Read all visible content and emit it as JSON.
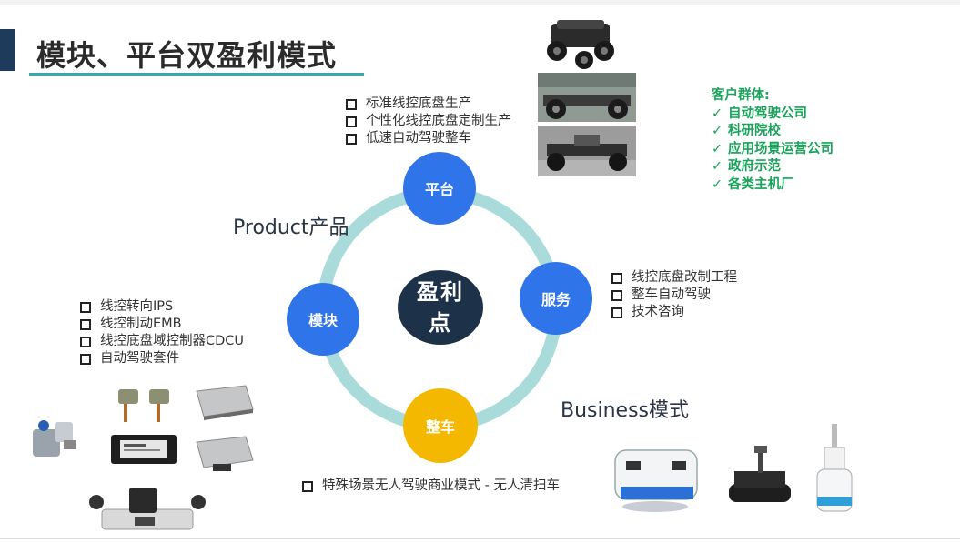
{
  "title": "模块、平台双盈利模式",
  "labels": {
    "product": "Product产品",
    "business": "Business模式"
  },
  "center": {
    "line1": "盈利",
    "line2": "点"
  },
  "nodes": {
    "platform": "平台",
    "service": "服务",
    "vehicle": "整车",
    "module": "模块"
  },
  "platform_items": [
    "标准线控底盘生产",
    "个性化线控底盘定制生产",
    "低速自动驾驶整车"
  ],
  "service_items": [
    "线控底盘改制工程",
    "整车自动驾驶",
    "技术咨询"
  ],
  "module_items": [
    "线控转向IPS",
    "线控制动EMB",
    "线控底盘域控制器CDCU",
    "自动驾驶套件"
  ],
  "vehicle_items": [
    "特殊场景无人驾驶商业模式 - 无人清扫车"
  ],
  "customers": {
    "heading": "客户群体:",
    "items": [
      "自动驾驶公司",
      "科研院校",
      "应用场景运营公司",
      "政府示范",
      "各类主机厂"
    ]
  },
  "colors": {
    "ring": "#a9dbdb",
    "node_blue": "#2f74e8",
    "node_yellow": "#f5b800",
    "center": "#1d3148",
    "customer_green": "#1aa35a"
  },
  "icons": [
    "checkbox-icon",
    "check-icon"
  ]
}
